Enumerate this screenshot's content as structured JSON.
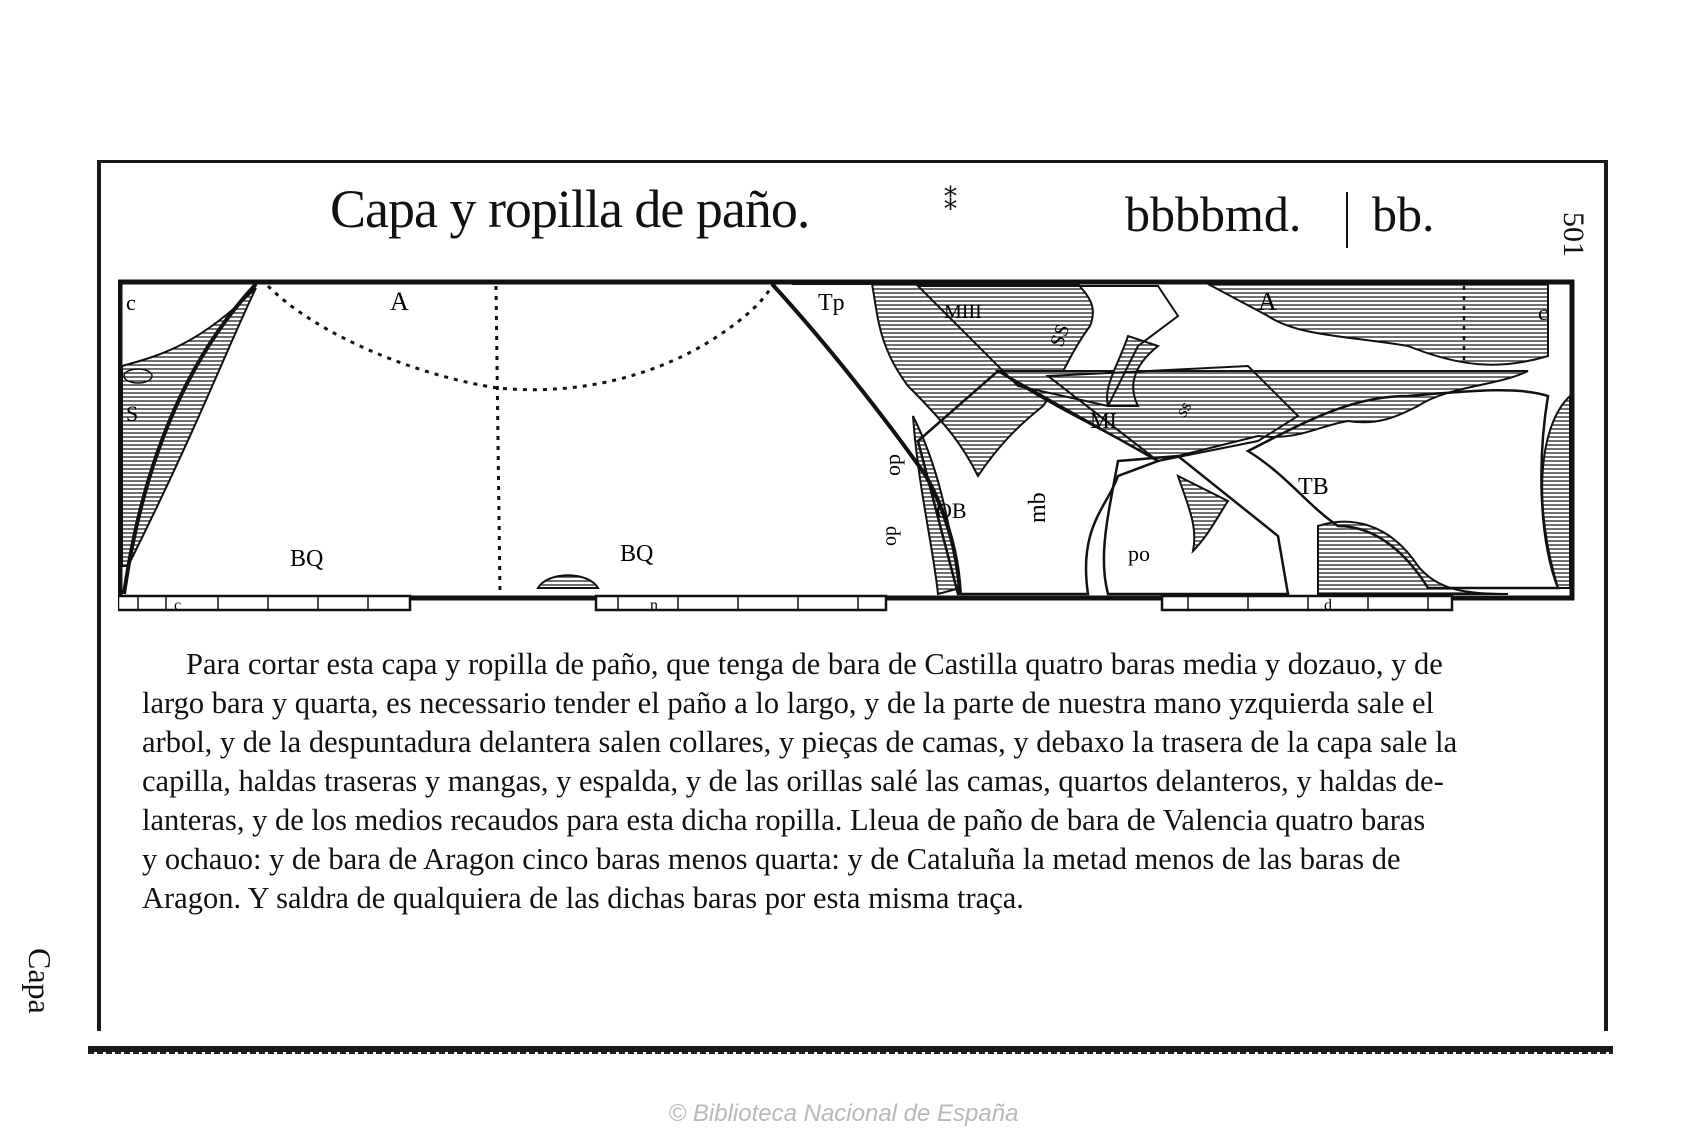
{
  "header": {
    "title": "Capa y ropilla de paño.",
    "ornament": "⁑",
    "signature": "bbbbmd.",
    "signature_2": "bb.",
    "folio": "501"
  },
  "diagram": {
    "labels": {
      "a_left": "A",
      "a_right": "A",
      "c_left": "c",
      "c_right": "c",
      "s_left": "S",
      "tp_top": "Tp",
      "mii": "MIII",
      "ss": "SS",
      "mi": "MI",
      "ss_small": "ss",
      "op_vert": "op",
      "ob": "OB",
      "mb": "mb",
      "op_low": "op",
      "tb": "TB",
      "po": "po",
      "bq_left": "BQ",
      "bq_mid": "BQ",
      "scale_c": "c",
      "scale_n": "n",
      "scale_d": "d"
    }
  },
  "body": {
    "lines": [
      "Para cortar esta capa y ropilla de paño, que tenga de bara de Castilla quatro baras media y dozauo, y de",
      "largo bara y quarta, es necessario tender el paño a lo largo, y de la parte de nuestra mano yzquierda sale el",
      "arbol, y de la despuntadura delantera salen collares, y pieças de camas, y debaxo la trasera de la capa sale la",
      "capilla, haldas traseras y mangas, y espalda, y de las orillas salé las camas, quartos delanteros, y haldas de-",
      "lanteras, y de los medios recaudos para esta dicha ropilla. Lleua de paño de bara de Valencia quatro baras",
      "y ochauo: y de bara de Aragon cinco baras menos quarta: y de Cataluña la metad menos de las baras de",
      "Aragon. Y saldra de qualquiera de las dichas baras por esta misma traça."
    ]
  },
  "catchword": "Capa",
  "credit": "© Biblioteca Nacional de España"
}
